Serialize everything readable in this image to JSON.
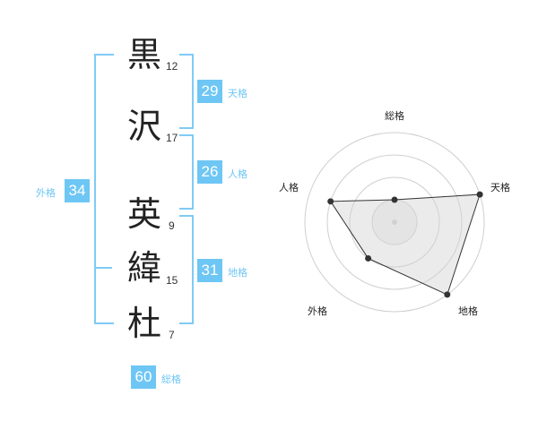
{
  "name": {
    "chars": [
      {
        "char": "黒",
        "strokes": "12"
      },
      {
        "char": "沢",
        "strokes": "17"
      },
      {
        "char": "英",
        "strokes": "9"
      },
      {
        "char": "緯",
        "strokes": "15"
      },
      {
        "char": "杜",
        "strokes": "7"
      }
    ]
  },
  "kaku": {
    "tenkaku": {
      "value": "29",
      "label": "天格"
    },
    "jinkaku": {
      "value": "26",
      "label": "人格"
    },
    "chikaku": {
      "value": "31",
      "label": "地格"
    },
    "gaikaku": {
      "value": "34",
      "label": "外格"
    },
    "soukaku": {
      "value": "60",
      "label": "総格"
    }
  },
  "colors": {
    "accent": "#6ec6f5",
    "bracket": "#7fcbf5"
  },
  "chart_data": {
    "type": "radar",
    "axes": [
      "総格",
      "天格",
      "地格",
      "外格",
      "人格"
    ],
    "values": [
      1,
      4,
      4,
      2,
      3
    ],
    "rmax": 4,
    "rings": 4,
    "grid": true
  }
}
